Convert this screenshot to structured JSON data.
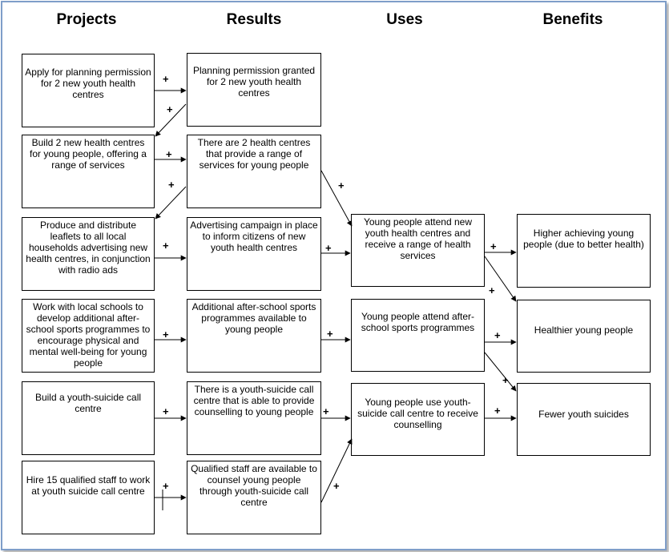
{
  "headers": {
    "projects": "Projects",
    "results": "Results",
    "uses": "Uses",
    "benefits": "Benefits"
  },
  "projects": [
    "Apply for planning permission for 2 new youth health centres",
    "Build 2 new health centres for young people, offering a range of services",
    "Produce and distribute leaflets to all local households advertising new health centres, in conjunction with radio ads",
    "Work with local schools to develop additional after-school sports programmes to encourage physical and mental well-being for young people",
    "Build a youth-suicide call centre",
    "Hire 15 qualified staff to work at youth suicide call centre"
  ],
  "results": [
    "Planning permission granted for 2 new youth health centres",
    "There are 2 health centres that provide a range of services for young people",
    "Advertising campaign in place to inform citizens of new youth health centres",
    "Additional after-school sports programmes available to young people",
    "There is a youth-suicide call centre that is able to provide counselling to young people",
    "Qualified staff are available to counsel young people through youth-suicide call centre"
  ],
  "uses": [
    "Young people attend new youth health centres and receive a range of health services",
    "Young people attend after-school sports programmes",
    "Young people use youth-suicide call centre to receive counselling"
  ],
  "benefits": [
    "Higher achieving young people (due to better health)",
    "Healthier young people",
    "Fewer youth suicides"
  ],
  "link_sign": "+"
}
